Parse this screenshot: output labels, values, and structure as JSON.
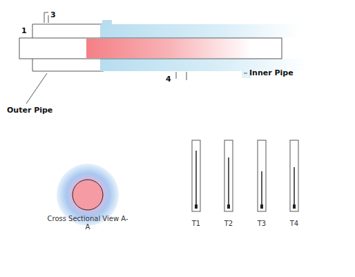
{
  "diagram": {
    "labels": [
      "3",
      "1",
      "Inner Pipe",
      "4",
      "Outer Pipe",
      "Cross Sectional View A-A",
      "T1",
      "T2",
      "T3",
      "T4"
    ]
  }
}
